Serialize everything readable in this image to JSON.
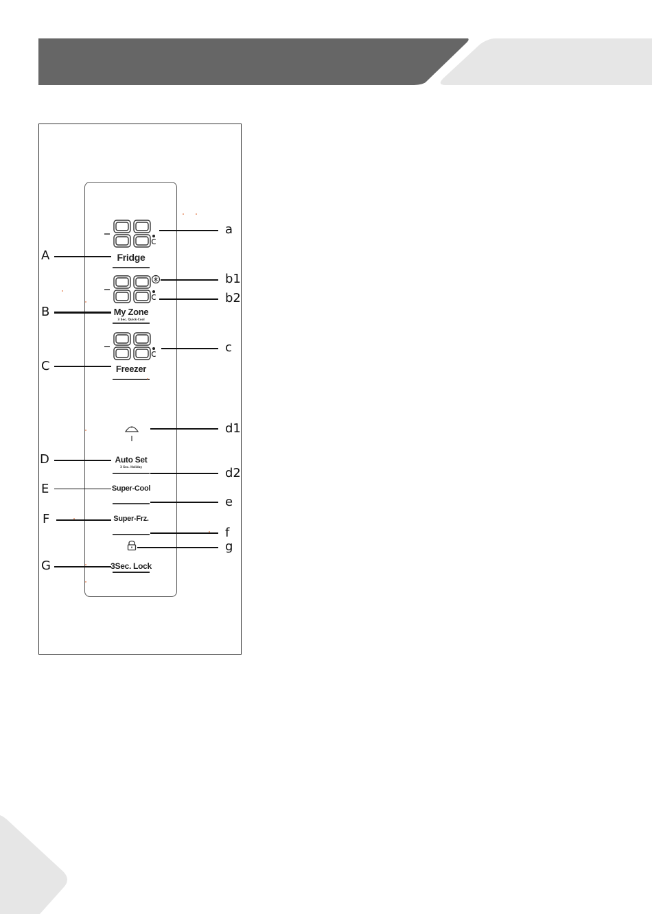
{
  "header": {
    "bar_color": "#666666",
    "tab_color": "#e6e6e6"
  },
  "panel": {
    "fridge_label": "Fridge",
    "myzone_label": "My Zone",
    "myzone_sublabel": "3 Sec. Quick-Cool",
    "freezer_label": "Freezer",
    "autoset_label": "Auto Set",
    "autoset_sublabel": "3 Sec. Holiday",
    "supercool_label": "Super-Cool",
    "superfrz_label": "Super-Frz.",
    "lock_label": "3Sec. Lock",
    "degree_symbol": "c",
    "icons": [
      "fridge-temp-display",
      "myzone-temp-display",
      "freezer-temp-display",
      "quick-cool-icon",
      "umbrella-icon",
      "lock-icon"
    ]
  },
  "callouts": {
    "A": "A",
    "B": "B",
    "C": "C",
    "D": "D",
    "E": "E",
    "F": "F",
    "G": "G",
    "a": "a",
    "b1": "b1",
    "b2": "b2",
    "c": "c",
    "d1": "d1",
    "d2": "d2",
    "e": "e",
    "f": "f",
    "g": "g"
  }
}
